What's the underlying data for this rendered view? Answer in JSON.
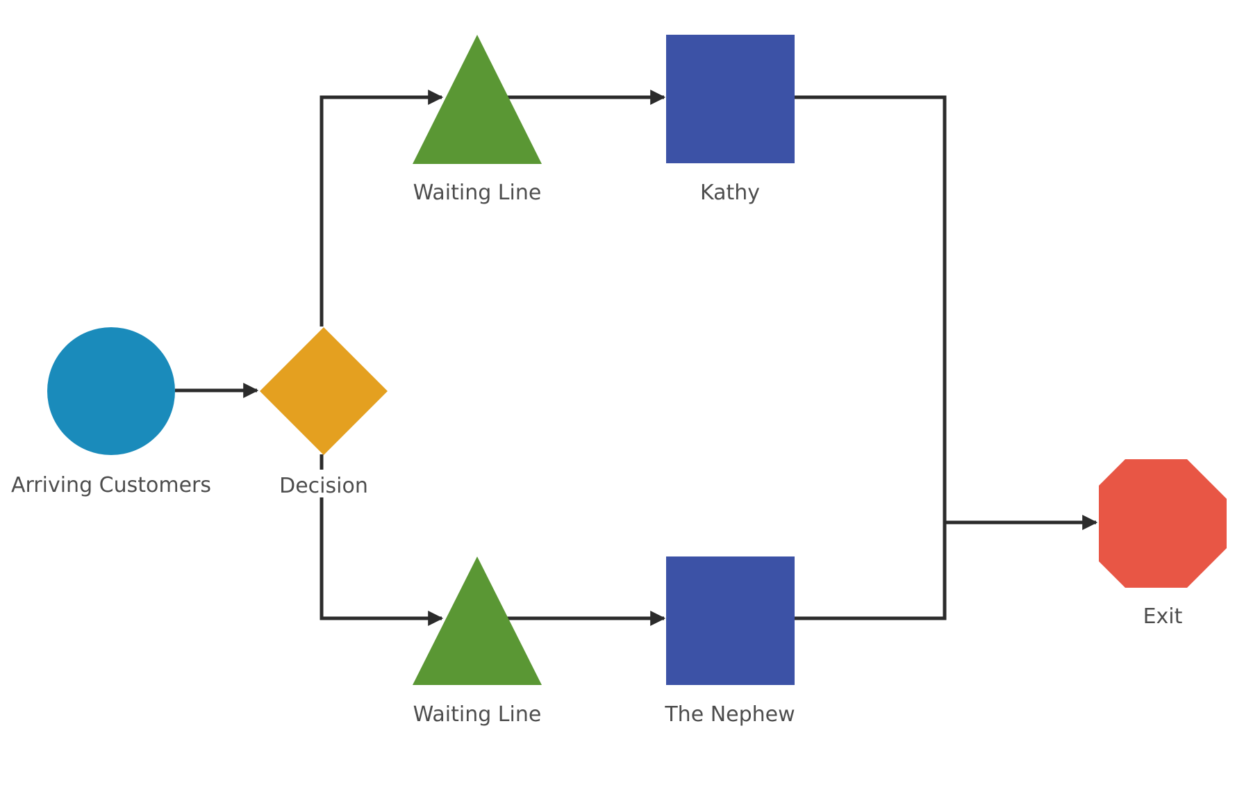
{
  "diagram": {
    "nodes": {
      "arriving_customers": {
        "label": "Arriving Customers",
        "shape": "circle",
        "color": "#1a8bbb"
      },
      "decision": {
        "label": "Decision",
        "shape": "diamond",
        "color": "#e4a020"
      },
      "waiting_line_top": {
        "label": "Waiting Line",
        "shape": "triangle",
        "color": "#5a9734"
      },
      "kathy": {
        "label": "Kathy",
        "shape": "square",
        "color": "#3c52a6"
      },
      "waiting_line_bottom": {
        "label": "Waiting Line",
        "shape": "triangle",
        "color": "#5a9734"
      },
      "the_nephew": {
        "label": "The Nephew",
        "shape": "square",
        "color": "#3c52a6"
      },
      "exit": {
        "label": "Exit",
        "shape": "octagon",
        "color": "#e85645"
      }
    },
    "edges": [
      {
        "from": "Arriving Customers",
        "to": "Decision"
      },
      {
        "from": "Decision",
        "to": "Waiting Line"
      },
      {
        "from": "Decision",
        "to": "Waiting Line"
      },
      {
        "from": "Waiting Line",
        "to": "Kathy"
      },
      {
        "from": "Waiting Line",
        "to": "The Nephew"
      },
      {
        "from": "Kathy",
        "to": "Exit"
      },
      {
        "from": "The Nephew",
        "to": "Exit"
      }
    ],
    "connector_color": "#2b2b2b",
    "label_color": "#4d4d4d"
  }
}
